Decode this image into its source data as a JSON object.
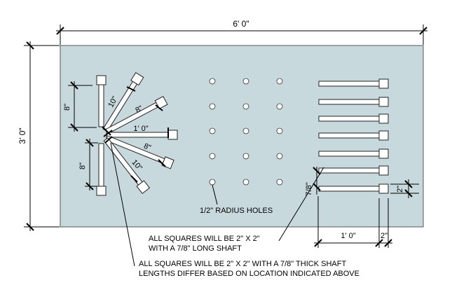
{
  "dimensions": {
    "overall_width": "6' 0\"",
    "overall_height": "3' 0\"",
    "upper_fan_height": "8\"",
    "lower_fan_height": "8\"",
    "peg_10_upper": "10\"",
    "peg_8_upper": "8\"",
    "peg_1ft": "1' 0\"",
    "peg_8_lower": "8\"",
    "peg_10_lower": "10\"",
    "square_gap": "7/8\"",
    "square_size_right": "2\"",
    "row_length": "1' 0\"",
    "square_size_bottom": "2\""
  },
  "notes": {
    "holes": "1/2\" RADIUS HOLES",
    "squares_line1": "ALL SQUARES WILL BE 2\" X 2\"",
    "squares_line2": "WITH A 7/8\" LONG SHAFT",
    "shafts_line1": "ALL SQUARES WILL BE 2\" X 2\" WITH A 7/8\" THICK SHAFT",
    "shafts_line2": "LENGTHS DIFFER BASED ON LOCATION INDICATED ABOVE"
  },
  "colors": {
    "panel": "#c8d9de"
  }
}
